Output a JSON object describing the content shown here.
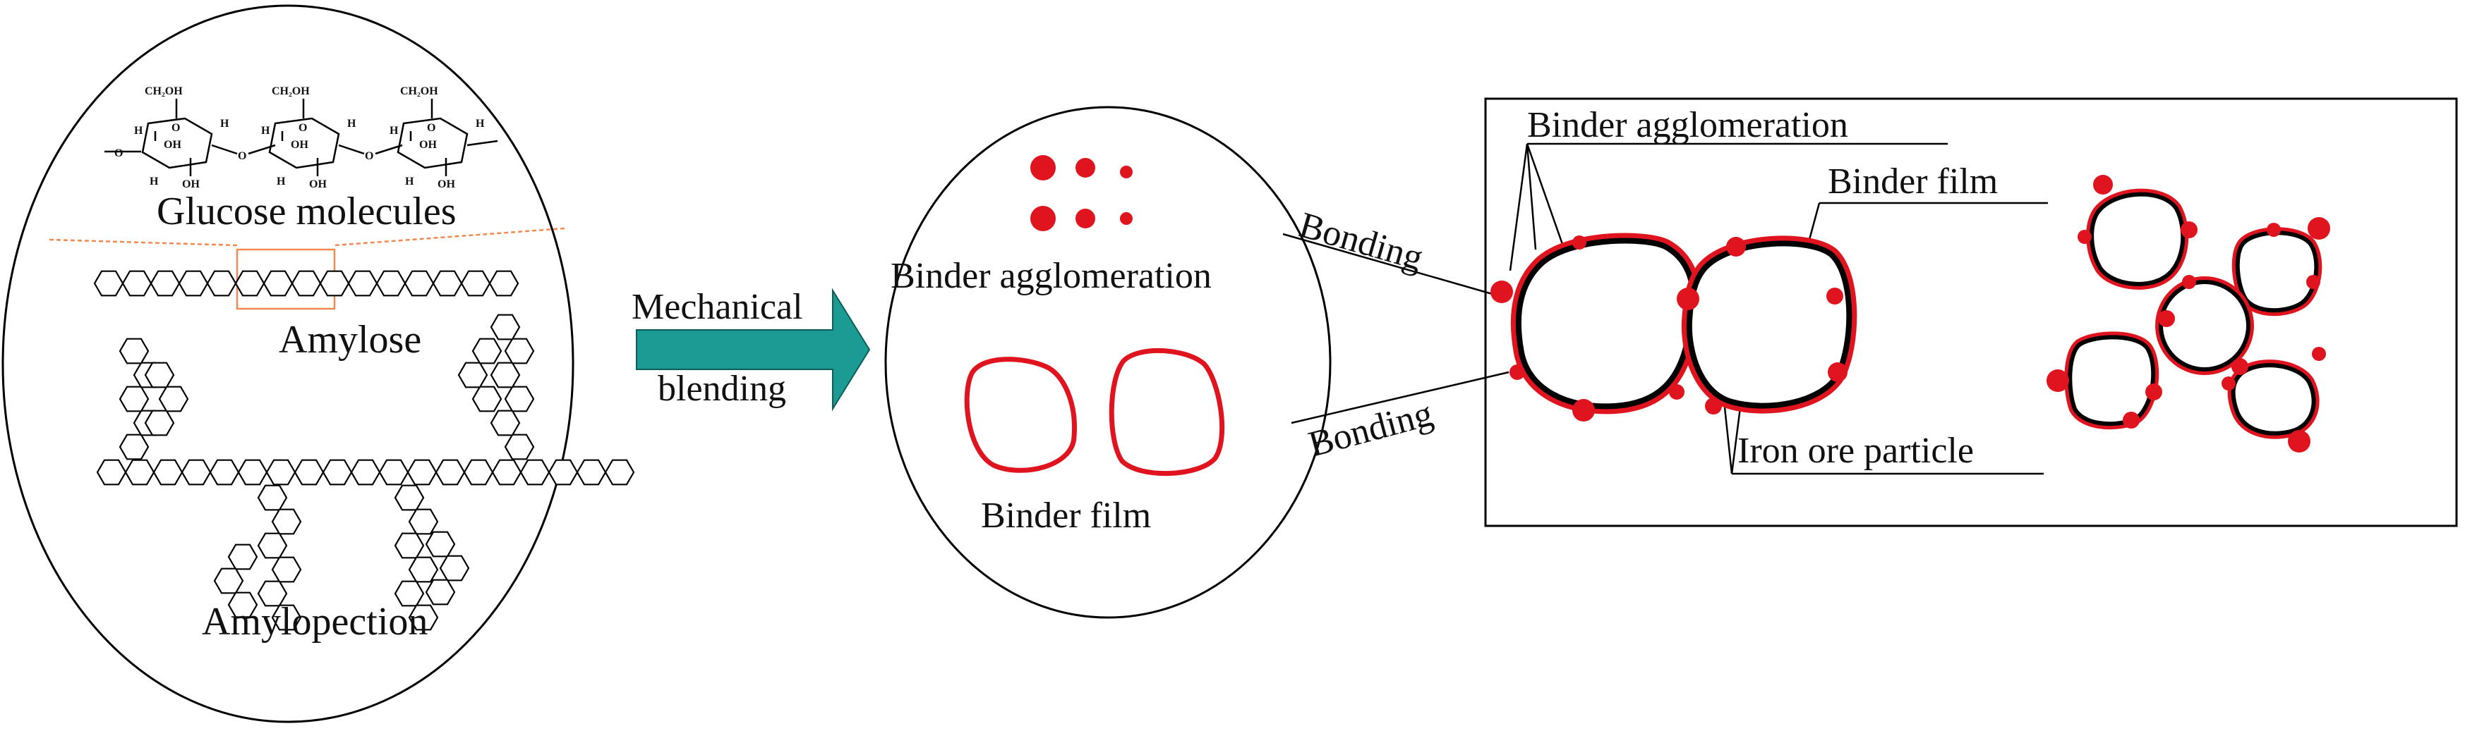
{
  "starch": {
    "glucose_label": "Glucose molecules",
    "amylose_label": "Amylose",
    "amylopection_label": "Amylopection",
    "group_ch2oh": "CH₂OH",
    "atom_h": "H",
    "group_oh": "OH",
    "atom_o": "O"
  },
  "arrow": {
    "line1": "Mechanical",
    "line2": "blending",
    "color": "#1c9b94"
  },
  "binder": {
    "agglomeration_label": "Binder agglomeration",
    "film_label": "Binder film"
  },
  "connectors": {
    "bonding_top": "Bonding",
    "bonding_bottom": "Bonding"
  },
  "pellet_box": {
    "agglomeration_label": "Binder agglomeration",
    "film_label": "Binder film",
    "particle_label": "Iron ore particle"
  },
  "colors": {
    "binder_red": "#e0141e",
    "outline": "#000000"
  }
}
